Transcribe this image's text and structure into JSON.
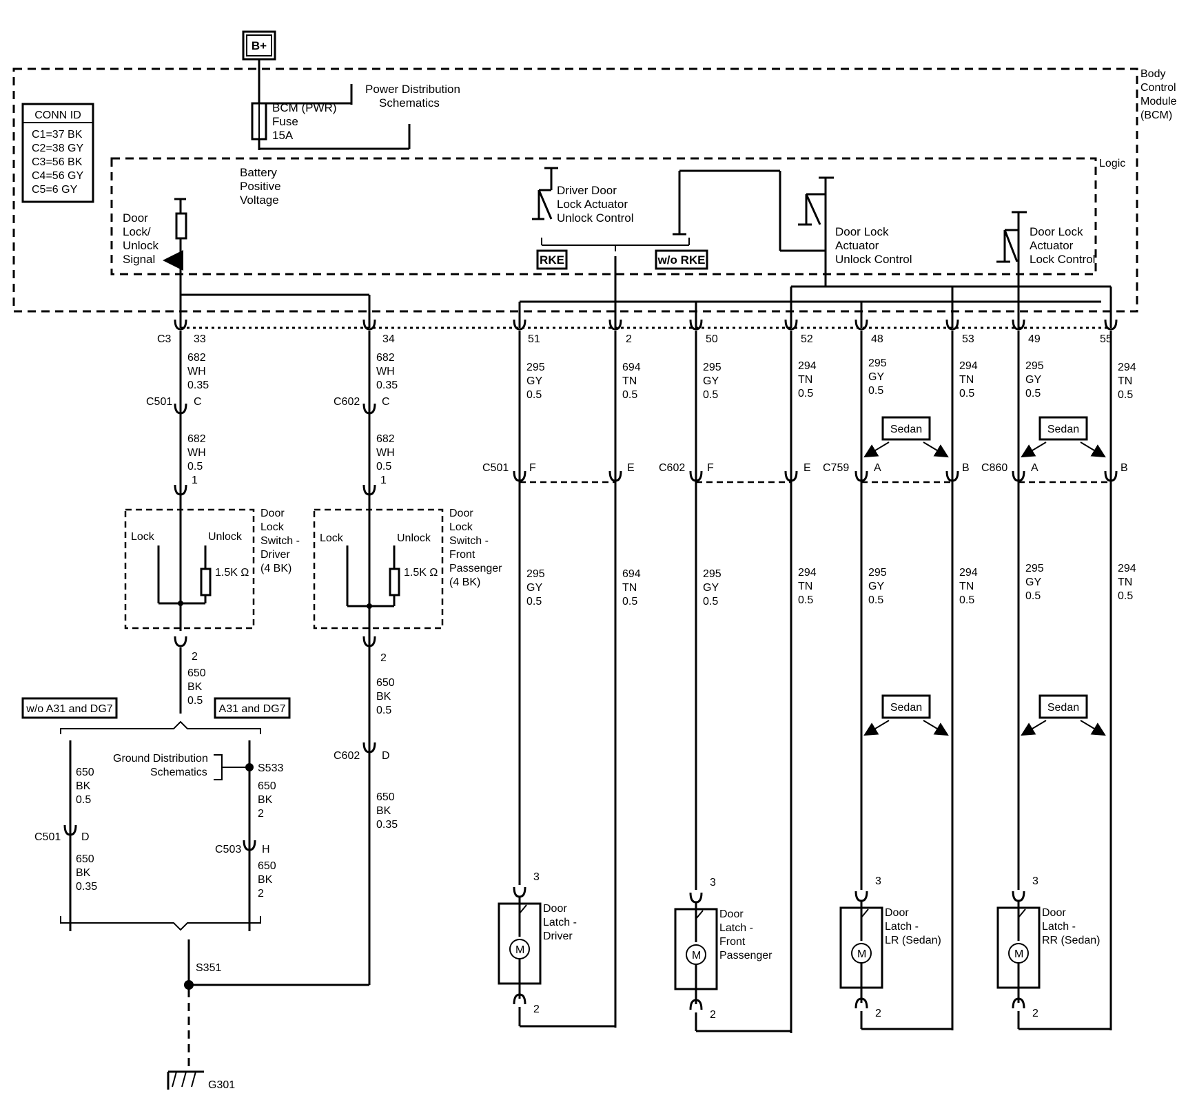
{
  "supply": "B+",
  "bcm_label": [
    "Body",
    "Control",
    "Module",
    "(BCM)"
  ],
  "logic_label": "Logic",
  "conn_id": {
    "title": "CONN ID",
    "rows": [
      "C1=37 BK",
      "C2=38 GY",
      "C3=56 BK",
      "C4=56 GY",
      "C5=6 GY"
    ]
  },
  "fuse": [
    "BCM (PWR)",
    "Fuse",
    "15A"
  ],
  "power_dist": [
    "Power Distribution",
    "Schematics"
  ],
  "battery_voltage": [
    "Battery",
    "Positive",
    "Voltage"
  ],
  "door_lock_signal": [
    "Door",
    "Lock/",
    "Unlock",
    "Signal"
  ],
  "driver_unlock_ctrl": [
    "Driver Door",
    "Lock Actuator",
    "Unlock Control"
  ],
  "unlock_ctrl": [
    "Door Lock",
    "Actuator",
    "Unlock Control"
  ],
  "lock_ctrl": [
    "Door Lock",
    "Actuator",
    "Lock Control"
  ],
  "rke": "RKE",
  "wo_rke": "w/o RKE",
  "pins": {
    "c3": "C3",
    "p33": "33",
    "p34": "34",
    "p51": "51",
    "p2": "2",
    "p50": "50",
    "p52": "52",
    "p48": "48",
    "p53": "53",
    "p49": "49",
    "p55": "55"
  },
  "wires": {
    "w682_035": [
      "682",
      "WH",
      "0.35"
    ],
    "w682_05": [
      "682",
      "WH",
      "0.5"
    ],
    "w295": [
      "295",
      "GY",
      "0.5"
    ],
    "w694": [
      "694",
      "TN",
      "0.5"
    ],
    "w294": [
      "294",
      "TN",
      "0.5"
    ],
    "w650_05": [
      "650",
      "BK",
      "0.5"
    ],
    "w650_035": [
      "650",
      "BK",
      "0.35"
    ],
    "w650_2": [
      "650",
      "BK",
      "2"
    ]
  },
  "connectors": {
    "c501": "C501",
    "c602": "C602",
    "c759": "C759",
    "c860": "C860",
    "c503": "C503",
    "C": "C",
    "D": "D",
    "E": "E",
    "F": "F",
    "A": "A",
    "B": "B",
    "H": "H",
    "one": "1",
    "two": "2",
    "three": "3"
  },
  "switch_driver": [
    "Door",
    "Lock",
    "Switch -",
    "Driver",
    "(4 BK)"
  ],
  "switch_pass": [
    "Door",
    "Lock",
    "Switch -",
    "Front",
    "Passenger",
    "(4 BK)"
  ],
  "lock": "Lock",
  "unlock": "Unlock",
  "resistor": "1.5K Ω",
  "wo_a31": "w/o A31 and DG7",
  "a31": "A31 and DG7",
  "ground_dist": [
    "Ground Distribution",
    "Schematics"
  ],
  "s533": "S533",
  "s351": "S351",
  "g301": "G301",
  "sedan": "Sedan",
  "latch_driver": [
    "Door",
    "Latch -",
    "Driver"
  ],
  "latch_pass": [
    "Door",
    "Latch -",
    "Front",
    "Passenger"
  ],
  "latch_lr": [
    "Door",
    "Latch -",
    "LR (Sedan)"
  ],
  "latch_rr": [
    "Door",
    "Latch -",
    "RR (Sedan)"
  ],
  "motor": "M"
}
